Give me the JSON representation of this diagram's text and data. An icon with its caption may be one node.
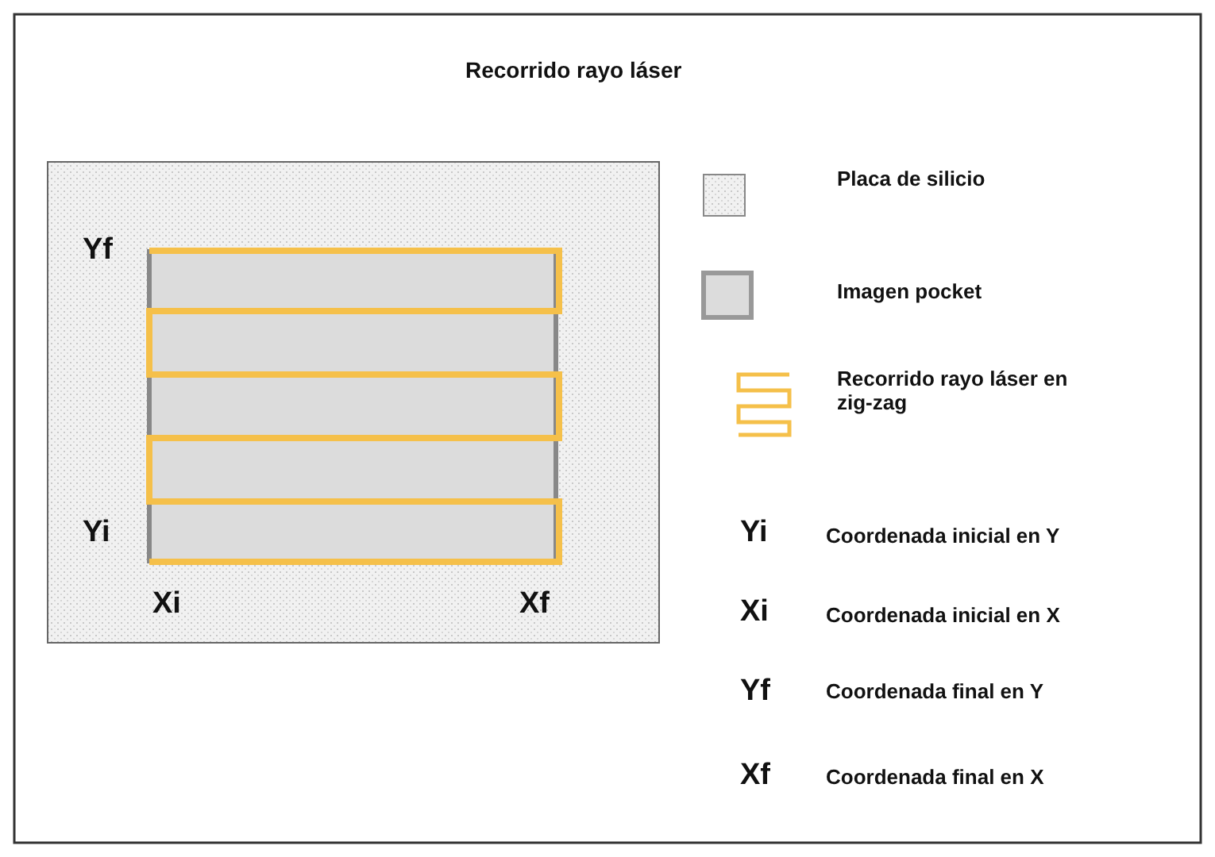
{
  "diagram": {
    "title": "Recorrido rayo láser",
    "labels": [
      "Yf",
      "Yi",
      "Xi",
      "Xf",
      "Yi",
      "Xi",
      "Yf",
      "Xf"
    ],
    "legend": [
      {
        "text": "Placa de silicio"
      },
      {
        "text": "Imagen pocket",
        "color": "#dcdcdc"
      },
      {
        "text": "Recorrido rayo láser en zig-zag"
      },
      {
        "text": "Coordenada inicial en Y"
      },
      {
        "text": "Coordenada inicial en X"
      },
      {
        "text": "Coordenada final  en Y"
      },
      {
        "text": "Coordenada final en X"
      }
    ]
  }
}
